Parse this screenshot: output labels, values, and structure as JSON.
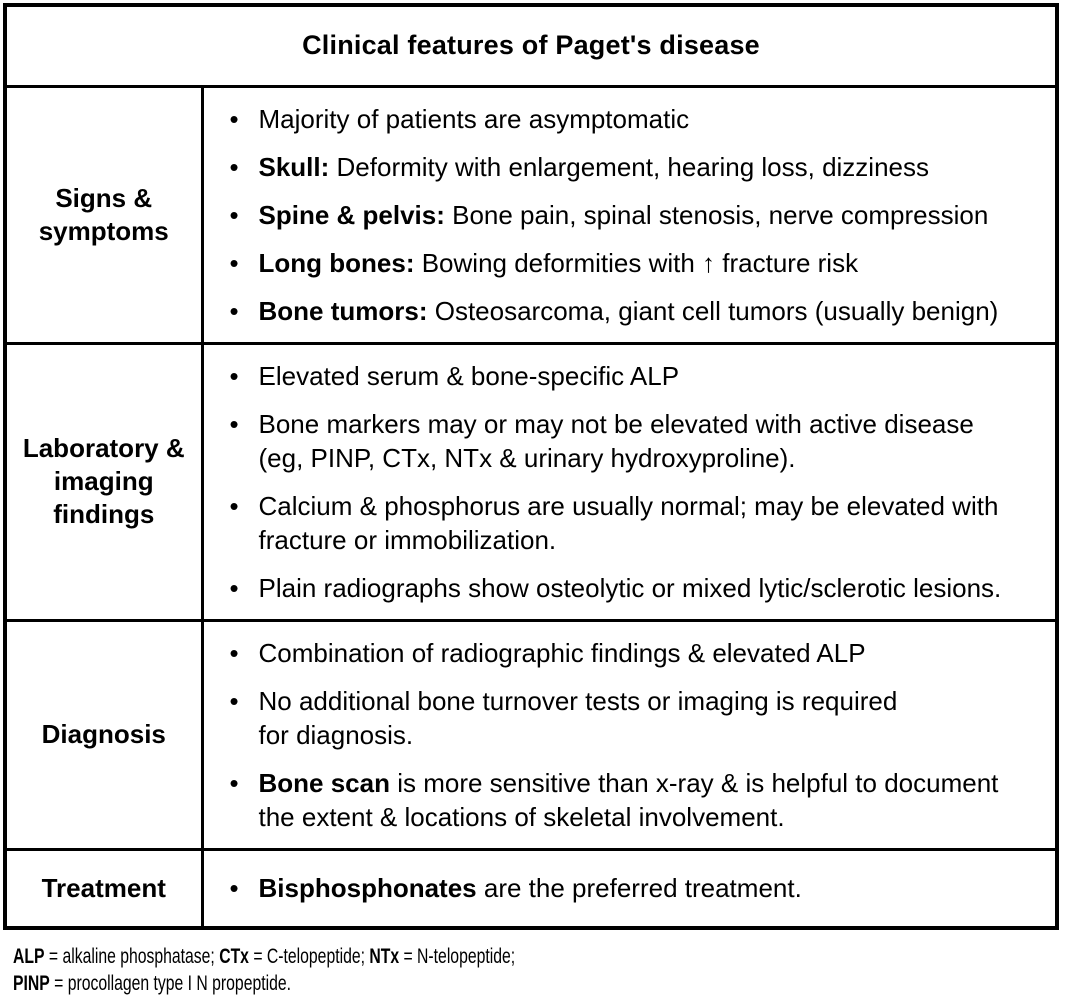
{
  "table": {
    "title": "Clinical features of Paget's disease",
    "rows": [
      {
        "label": "Signs & symptoms",
        "bullets": [
          {
            "segments": [
              {
                "text": "Majority of patients are asymptomatic",
                "bold": false
              }
            ]
          },
          {
            "segments": [
              {
                "text": "Skull:",
                "bold": true
              },
              {
                "text": " Deformity with enlargement, hearing loss, dizziness",
                "bold": false
              }
            ]
          },
          {
            "segments": [
              {
                "text": "Spine & pelvis:",
                "bold": true
              },
              {
                "text": " Bone pain, spinal stenosis, nerve compression",
                "bold": false
              }
            ]
          },
          {
            "segments": [
              {
                "text": "Long bones:",
                "bold": true
              },
              {
                "text": " Bowing deformities with ↑ fracture risk",
                "bold": false
              }
            ]
          },
          {
            "segments": [
              {
                "text": "Bone tumors:",
                "bold": true
              },
              {
                "text": " Osteosarcoma, giant cell tumors (usually benign)",
                "bold": false
              }
            ]
          }
        ]
      },
      {
        "label": "Laboratory & imaging findings",
        "bullets": [
          {
            "segments": [
              {
                "text": "Elevated serum & bone-specific ALP",
                "bold": false
              }
            ]
          },
          {
            "segments": [
              {
                "text": "Bone markers may or may not be elevated with active disease\n(eg, PINP, CTx, NTx & urinary hydroxyproline).",
                "bold": false
              }
            ]
          },
          {
            "segments": [
              {
                "text": "Calcium & phosphorus are usually normal; may be elevated with\nfracture or immobilization.",
                "bold": false
              }
            ]
          },
          {
            "segments": [
              {
                "text": "Plain radiographs show osteolytic or mixed lytic/sclerotic lesions.",
                "bold": false
              }
            ]
          }
        ]
      },
      {
        "label": "Diagnosis",
        "bullets": [
          {
            "segments": [
              {
                "text": "Combination of radiographic findings & elevated ALP",
                "bold": false
              }
            ]
          },
          {
            "segments": [
              {
                "text": "No additional bone turnover tests or imaging is required\nfor diagnosis.",
                "bold": false
              }
            ]
          },
          {
            "segments": [
              {
                "text": "Bone scan",
                "bold": true
              },
              {
                "text": " is more sensitive than x-ray & is helpful to document\nthe extent & locations of skeletal involvement.",
                "bold": false
              }
            ]
          }
        ]
      },
      {
        "label": "Treatment",
        "bullets": [
          {
            "segments": [
              {
                "text": "Bisphosphonates",
                "bold": true
              },
              {
                "text": " are the preferred treatment.",
                "bold": false
              }
            ]
          }
        ]
      }
    ]
  },
  "footnote": {
    "lines": [
      {
        "segments": [
          {
            "text": "ALP",
            "bold": true
          },
          {
            "text": " = alkaline phosphatase; ",
            "bold": false
          },
          {
            "text": "CTx",
            "bold": true
          },
          {
            "text": " = C-telopeptide; ",
            "bold": false
          },
          {
            "text": "NTx",
            "bold": true
          },
          {
            "text": " = N-telopeptide;",
            "bold": false
          }
        ]
      },
      {
        "segments": [
          {
            "text": "PINP",
            "bold": true
          },
          {
            "text": " = procollagen type I N propeptide.",
            "bold": false
          }
        ]
      }
    ]
  },
  "colors": {
    "border": "#000000",
    "text": "#000000",
    "background": "#ffffff"
  }
}
